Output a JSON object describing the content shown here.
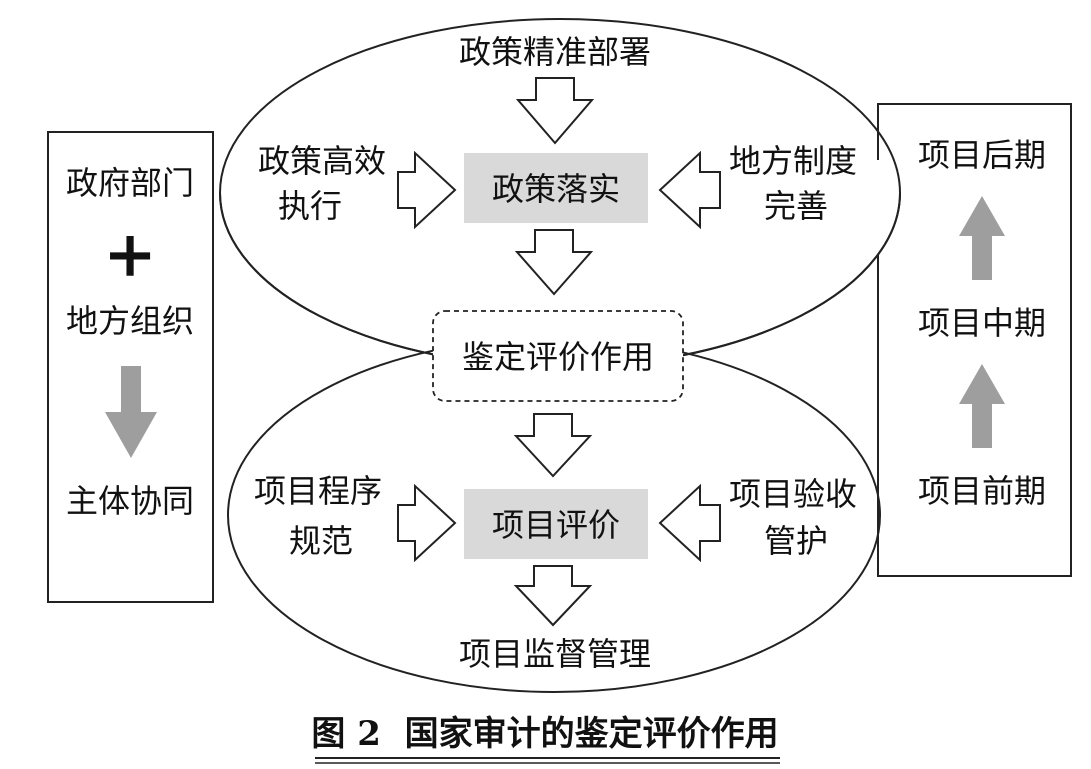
{
  "diagram": {
    "top_cycle": {
      "input_top": "政策精准部署",
      "input_left_line1": "政策高效",
      "input_left_line2": "执行",
      "input_right_line1": "地方制度",
      "input_right_line2": "完善",
      "center": "政策落实"
    },
    "middle": "鉴定评价作用",
    "bottom_cycle": {
      "input_left_line1": "项目程序",
      "input_left_line2": "规范",
      "input_right_line1": "项目验收",
      "input_right_line2": "管护",
      "center": "项目评价",
      "output_bottom": "项目监督管理"
    },
    "left_panel": {
      "item1": "政府部门",
      "plus": "+",
      "item2": "地方组织",
      "item3": "主体协同"
    },
    "right_panel": {
      "item_top": "项目后期",
      "item_mid": "项目中期",
      "item_bottom": "项目前期"
    },
    "caption": "图 2  国家审计的鉴定评价作用"
  },
  "colors": {
    "highlight_box": "#d9d9d9",
    "gray_arrow": "#9e9e9e",
    "line": "#222222"
  }
}
